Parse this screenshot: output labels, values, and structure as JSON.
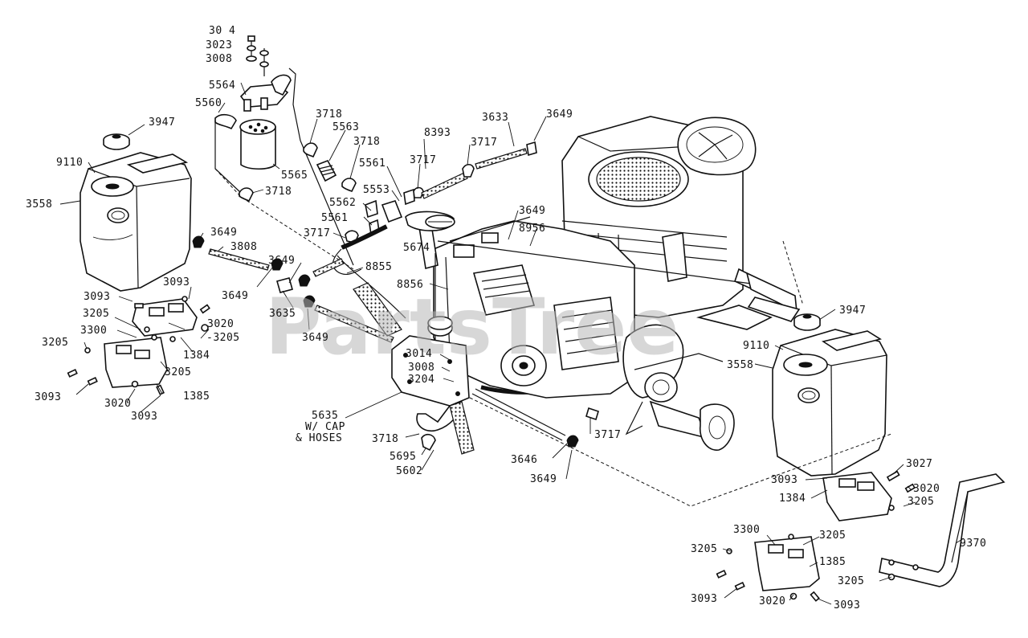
{
  "watermark": "PartsTree",
  "labels": {
    "l3004": "30 4",
    "l3023": "3023",
    "l3008a": "3008",
    "l5564": "5564",
    "l5560": "5560",
    "l3947a": "3947",
    "l9110a": "9110",
    "l3558a": "3558",
    "l5565": "5565",
    "l3718a": "3718",
    "l5563": "5563",
    "l3718b": "3718",
    "l3718c": "3718",
    "l5561a": "5561",
    "l3717a": "3717",
    "l8393": "8393",
    "l3717b": "3717",
    "l3633": "3633",
    "l3649a": "3649",
    "l5553": "5553",
    "l5562": "5562",
    "l5561b": "5561",
    "l3717c": "3717",
    "l3649b": "3649",
    "l8956a": "8956",
    "l5674": "5674",
    "l3649c": "3649",
    "l3808": "3808",
    "l3649d": "3649",
    "l8855": "8855",
    "l8856": "8856",
    "l3649e": "3649",
    "l3093a": "3093",
    "l3093b": "3093",
    "l3205a": "3205",
    "l3300a": "3300",
    "l3020a": "3020",
    "l3205b": "-3205",
    "l3635": "3635",
    "l3649f": "3649",
    "l3205c": "3205",
    "l1384a": "1384",
    "l3205d": "3205",
    "l3014": "3014",
    "l3008b": "3008",
    "l3204": "3204",
    "l3093c": "3093",
    "l3020b": "3020",
    "l1385a": "1385",
    "l3093d": "3093",
    "l5635": "5635",
    "l5635b": "W/ CAP",
    "l5635c": "& HOSES",
    "l3718d": "3718",
    "l5695": "5695",
    "l5602": "5602",
    "l3646": "3646",
    "l3649g": "3649",
    "l3717d": "3717",
    "l3947b": "3947",
    "l9110b": "9110",
    "l3558b": "3558",
    "l3093e": "3093",
    "l3027": "3027",
    "l1384b": "1384",
    "l3020c": "3020",
    "l3205e": "3205",
    "l3300b": "3300",
    "l3205f": "3205",
    "l3205g": "3205",
    "l1385b": "1385",
    "l9370": "9370",
    "l3205h": "3205",
    "l3093f": "3093",
    "l3020d": "3020",
    "l3093g": "3093"
  }
}
